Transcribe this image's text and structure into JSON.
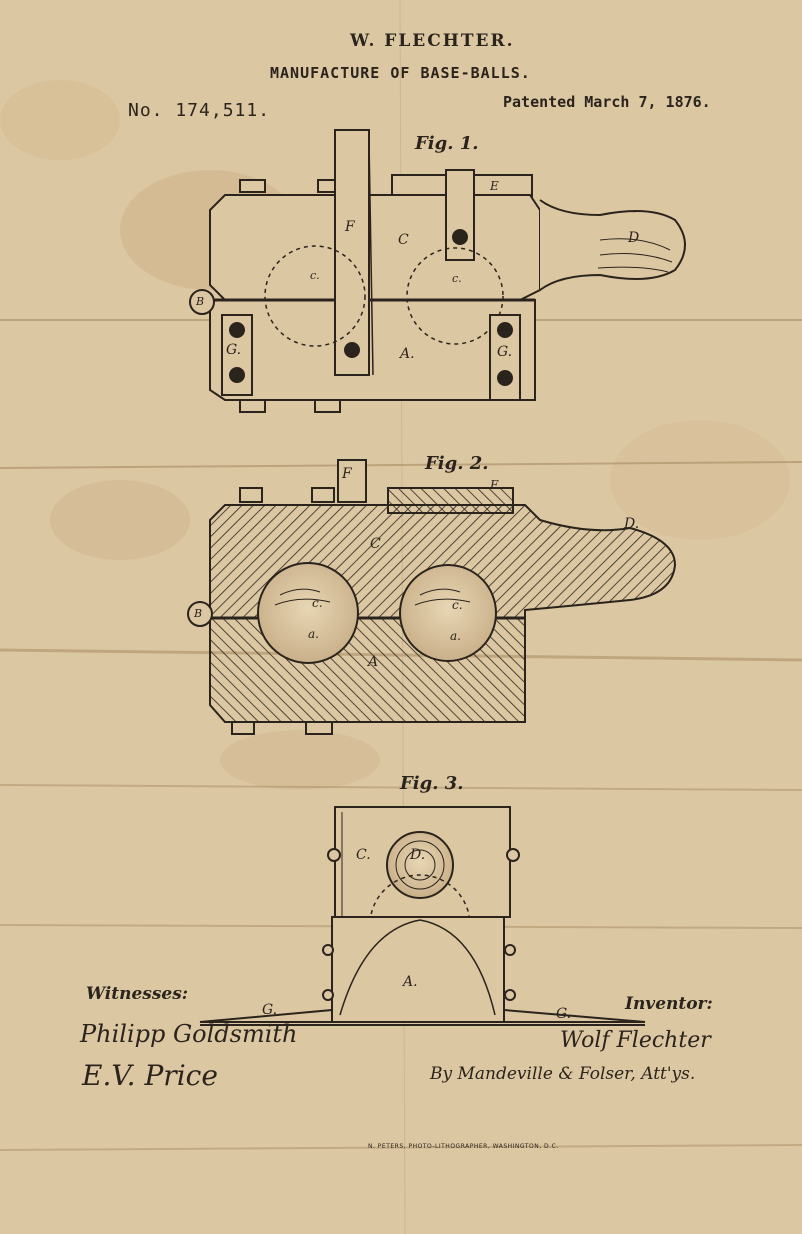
{
  "header": {
    "inventor": "W. FLECHTER.",
    "title": "MANUFACTURE OF BASE-BALLS.",
    "patent_number": "No. 174,511.",
    "patent_date": "Patented March 7, 1876."
  },
  "figures": {
    "fig1": {
      "caption": "Fig. 1.",
      "labels": {
        "f": "F",
        "c": "C",
        "e": "E",
        "d": "D",
        "b": "B",
        "c1": "c.",
        "c2": "c.",
        "g1": "G.",
        "a": "A.",
        "g2": "G."
      }
    },
    "fig2": {
      "caption": "Fig. 2.",
      "labels": {
        "f": "F",
        "e": "E",
        "d": "D.",
        "c": "C",
        "b": "B",
        "c1": "c.",
        "c2": "c.",
        "a1": "a.",
        "a2": "a.",
        "a": "A"
      }
    },
    "fig3": {
      "caption": "Fig. 3.",
      "labels": {
        "c": "C.",
        "d": "D.",
        "a": "A.",
        "g1": "G.",
        "g2": "G."
      }
    }
  },
  "signatures": {
    "witnesses_label": "Witnesses:",
    "witness1": "Philipp Goldsmith",
    "witness2": "E.V. Price",
    "inventor_label": "Inventor:",
    "inventor_signature": "Wolf Flechter",
    "attorneys": "By Mandeville & Folser, Att'ys."
  },
  "footer": {
    "lithographer": "N. PETERS, PHOTO-LITHOGRAPHER, WASHINGTON, D.C."
  },
  "colors": {
    "paper": "#dcc7a3",
    "ink": "#2b241c",
    "stain": "#b89a6e"
  }
}
